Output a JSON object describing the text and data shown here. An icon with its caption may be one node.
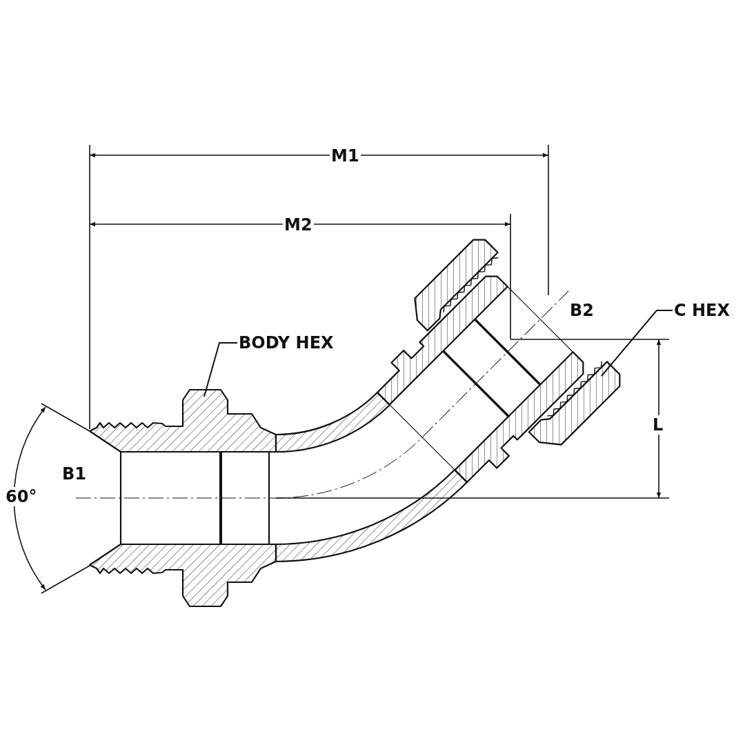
{
  "diagram": {
    "nodes": [
      {
        "text": [
          "BODY HEX"
        ]
      },
      {
        "text": [
          "C HEX"
        ]
      }
    ],
    "edges": [
      {
        "from": 0,
        "to": null,
        "arrow": "none"
      },
      {
        "from": 1,
        "to": null,
        "arrow": "none"
      }
    ],
    "labels": [
      "M1",
      "M2",
      "B2",
      "L",
      "60°",
      "B1"
    ]
  }
}
